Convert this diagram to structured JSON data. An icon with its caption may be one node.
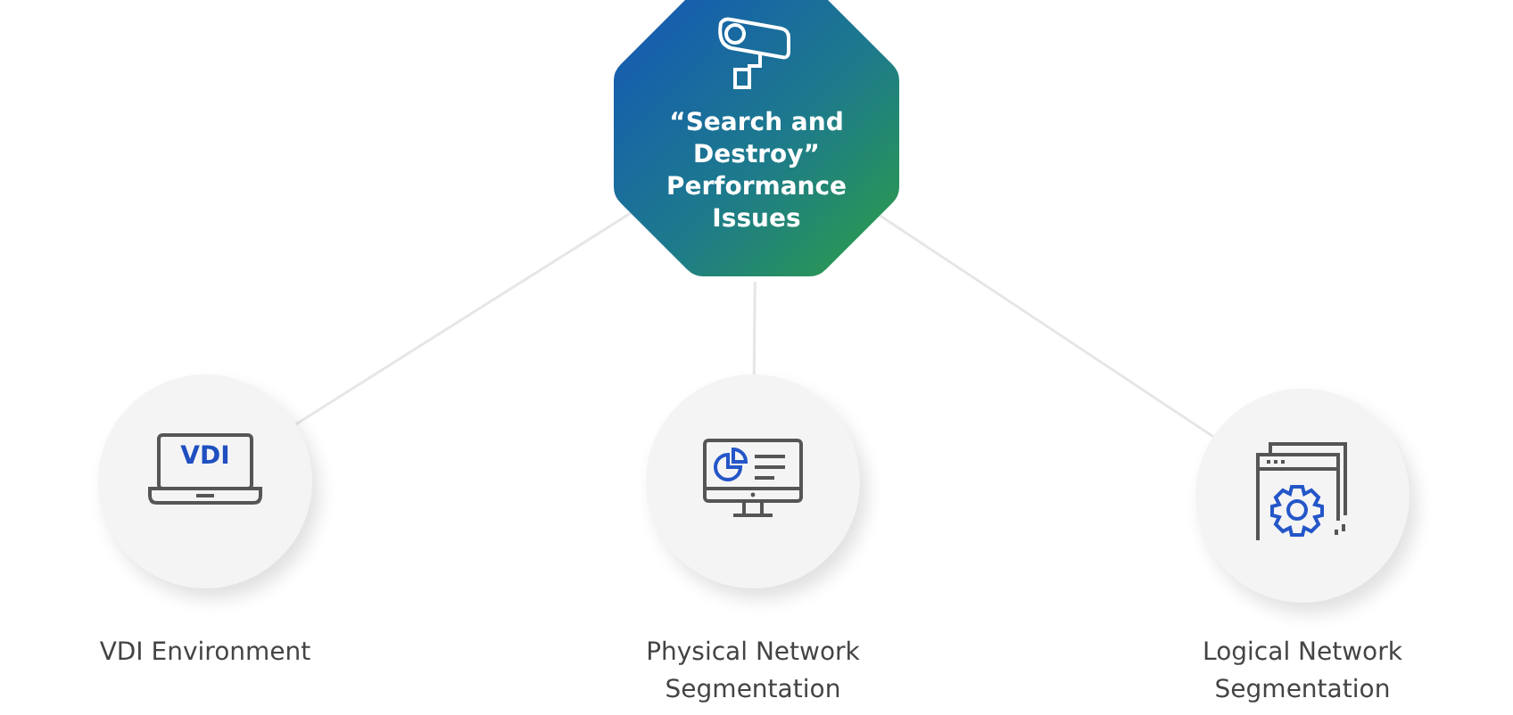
{
  "diagram": {
    "nodes": [
      {
        "text": [
          "“Search and Destroy” Performance Issues"
        ]
      },
      {
        "text": [
          "VDI"
        ],
        "beside": [
          "VDI Environment"
        ]
      },
      {
        "text": [],
        "shape": "circle",
        "beside": [
          "Physical Network Segmentation"
        ]
      },
      {
        "text": [],
        "shape": "circle",
        "beside": [
          "Logical Network Segmentation"
        ]
      }
    ],
    "edges": [
      {
        "from": 0,
        "to": 1,
        "arrow": "none"
      },
      {
        "from": 0,
        "to": 2,
        "arrow": "none"
      },
      {
        "from": 0,
        "to": 3,
        "arrow": "none"
      }
    ]
  }
}
